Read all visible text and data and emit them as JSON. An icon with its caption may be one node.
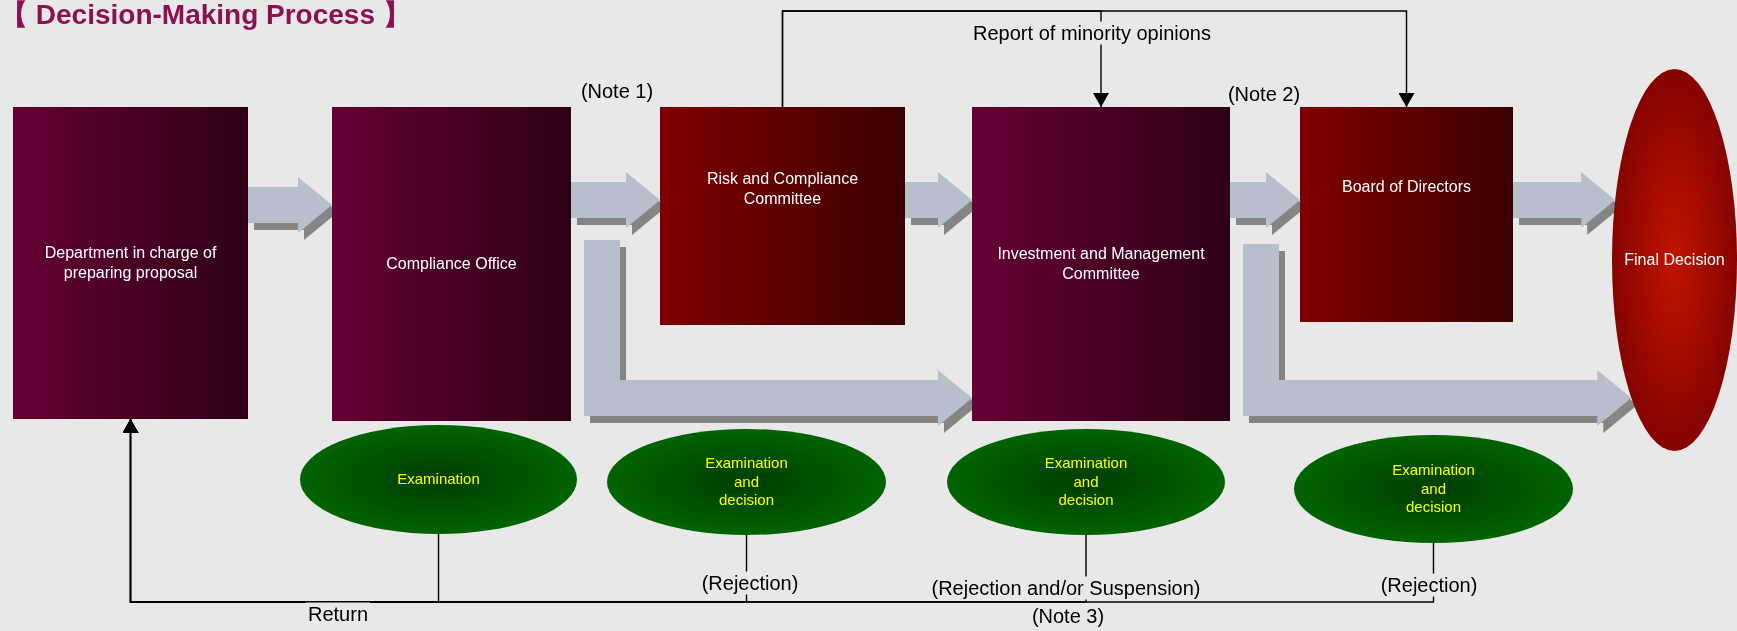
{
  "diagram": {
    "title": "【 Decision-Making Process 】",
    "nodes": [
      {
        "text": [
          "Department in charge of preparing proposal"
        ]
      },
      {
        "text": [
          "Compliance Office"
        ]
      },
      {
        "text": [
          "Risk and Compliance Committee"
        ]
      },
      {
        "text": [
          "Investment and Management Committee"
        ]
      },
      {
        "text": [
          "Board of Directors"
        ]
      },
      {
        "text": [
          "Final Decision"
        ]
      },
      {
        "text": [
          "Examination"
        ]
      },
      {
        "text": [
          "Examination and decision"
        ]
      },
      {
        "text": [
          "Examination and decision"
        ]
      },
      {
        "text": [
          "Examination and decision"
        ]
      }
    ],
    "edges": [
      {
        "from": 0,
        "to": 1,
        "arrow": "to"
      },
      {
        "from": 1,
        "to": 2,
        "arrow": "to"
      },
      {
        "from": 2,
        "to": 3,
        "arrow": "to"
      },
      {
        "from": 3,
        "to": 4,
        "arrow": "to"
      },
      {
        "from": 4,
        "to": 5,
        "arrow": "to"
      },
      {
        "from": 1,
        "to": 3,
        "arrow": "to"
      },
      {
        "from": 3,
        "to": 5,
        "arrow": "to"
      },
      {
        "from": 2,
        "to": 3,
        "arrow": "to",
        "label": "Report of minority opinions",
        "color": "#000000"
      },
      {
        "from": 2,
        "to": 4,
        "arrow": "to",
        "color": "#000000"
      },
      {
        "from": 6,
        "to": 0,
        "arrow": "to",
        "label": "Return",
        "color": "#000000"
      },
      {
        "from": 7,
        "to": 0,
        "arrow": "to",
        "label": "(Rejection)",
        "color": "#000000"
      },
      {
        "from": 8,
        "to": 0,
        "arrow": "to",
        "label": "(Rejection and/or Suspension)",
        "color": "#000000"
      },
      {
        "from": 9,
        "to": 0,
        "arrow": "to",
        "label": "(Rejection)",
        "color": "#000000"
      }
    ],
    "labels": [
      "(Note 1)",
      "(Note 2)",
      "(Note 3)"
    ]
  }
}
